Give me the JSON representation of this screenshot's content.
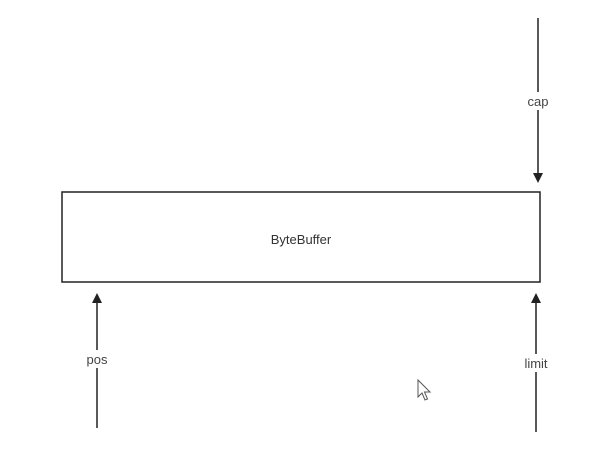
{
  "buffer": {
    "label": "ByteBuffer"
  },
  "pointers": {
    "cap": "cap",
    "pos": "pos",
    "limit": "limit"
  },
  "icons": {
    "cursor": "mouse-pointer-icon"
  },
  "colors": {
    "line": "#222222",
    "text": "#444444"
  }
}
